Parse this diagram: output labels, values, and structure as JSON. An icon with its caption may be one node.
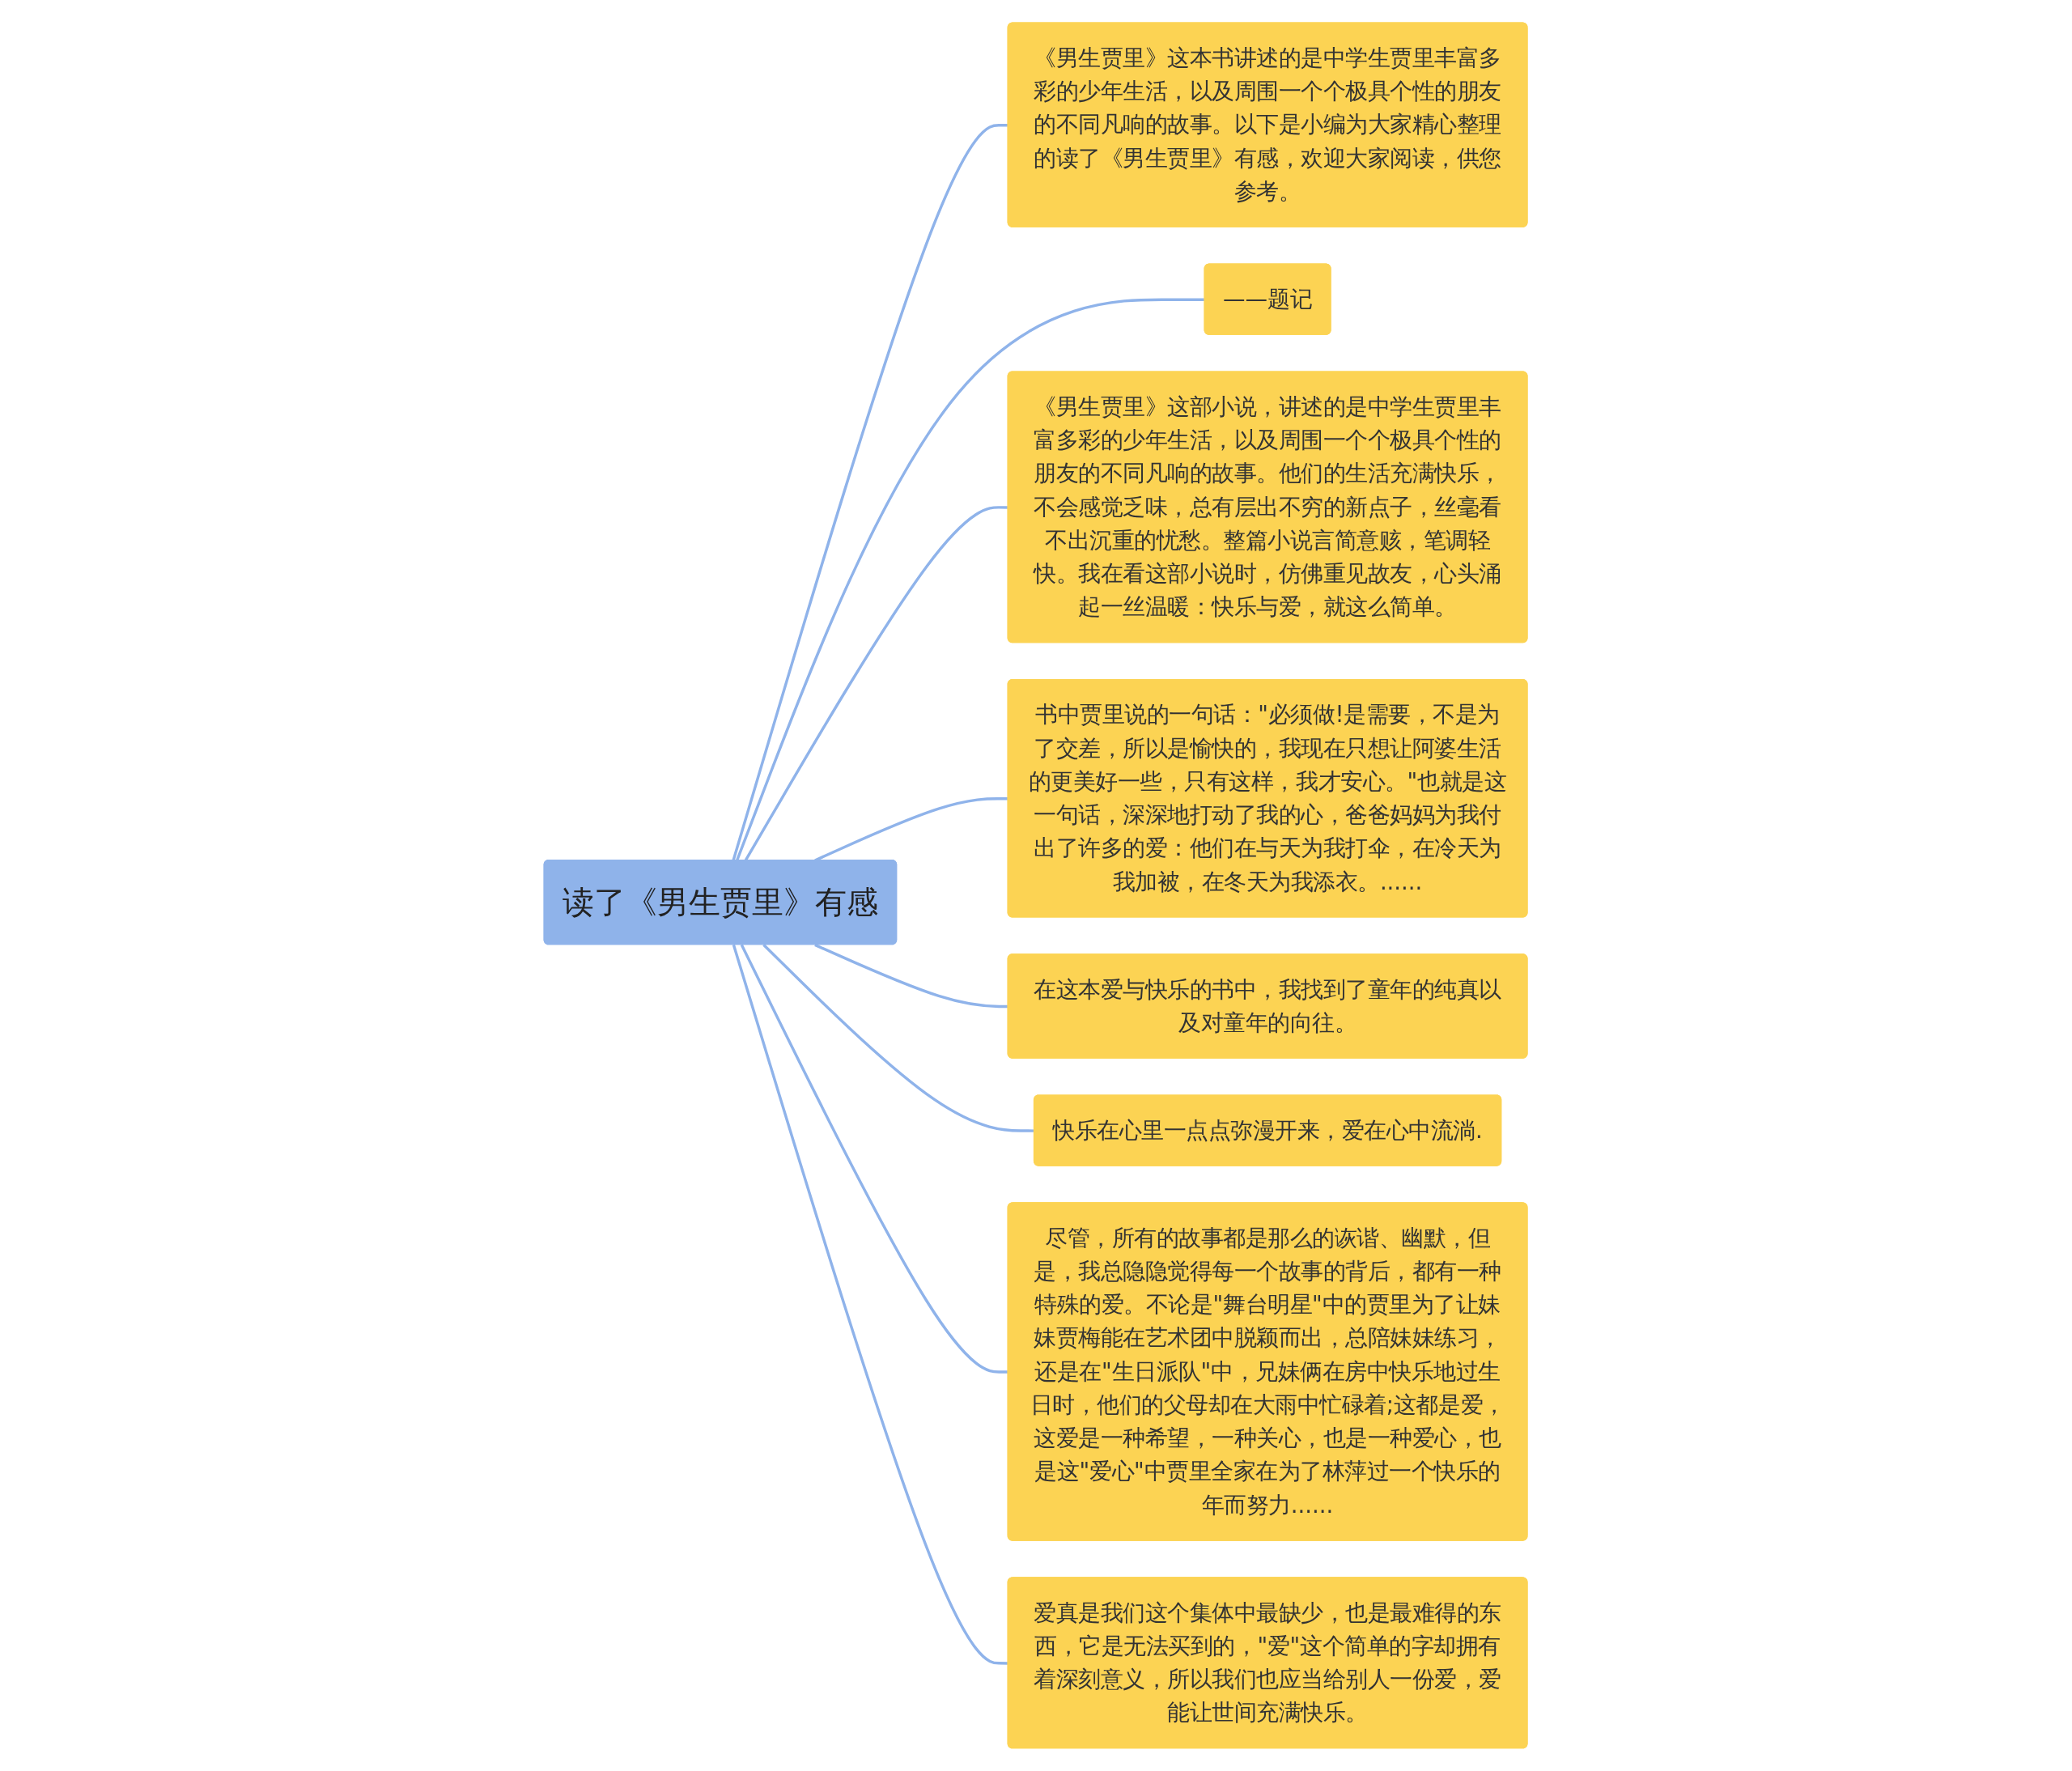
{
  "diagram": {
    "nodes": [
      {
        "text": [
          "读了《男生贾里》有感"
        ]
      },
      {
        "text": [
          "《男生贾里》这本书讲述的是中学生贾里丰富多彩的少年生活，以及周围一个个极具个性的朋友的不同凡响的故事。以下是小编为大家精心整理的读了《男生贾里》有感，欢迎大家阅读，供您参考。"
        ]
      },
      {
        "text": [
          "——题记"
        ]
      },
      {
        "text": [
          "《男生贾里》这部小说，讲述的是中学生贾里丰富多彩的少年生活，以及周围一个个极具个性的朋友的不同凡响的故事。他们的生活充满快乐，不会感觉乏味，总有层出不穷的新点子，丝毫看不出沉重的忧愁。整篇小说言简意赅，笔调轻快。我在看这部小说时，仿佛重见故友，心头涌起一丝温暖：快乐与爱，就这么简单。"
        ]
      },
      {
        "text": [
          "书中贾里说的一句话：\"必须做!是需要，不是为了交差，所以是愉快的，我现在只想让阿婆生活的更美好一些，只有这样，我才安心。\"也就是这一句话，深深地打动了我的心，爸爸妈妈为我付出了许多的爱：他们在与天为我打伞，在冷天为我加被，在冬天为我添衣。......"
        ]
      },
      {
        "text": [
          "在这本爱与快乐的书中，我找到了童年的纯真以及对童年的向往。"
        ]
      },
      {
        "text": [
          "快乐在心里一点点弥漫开来，爱在心中流淌."
        ]
      },
      {
        "text": [
          "尽管，所有的故事都是那么的诙谐、幽默，但是，我总隐隐觉得每一个故事的背后，都有一种特殊的爱。不论是\"舞台明星\"中的贾里为了让妹妹贾梅能在艺术团中脱颖而出，总陪妹妹练习，还是在\"生日派队\"中，兄妹俩在房中快乐地过生日时，他们的父母却在大雨中忙碌着;这都是爱，这爱是一种希望，一种关心，也是一种爱心，也是这\"爱心\"中贾里全家在为了林萍过一个快乐的年而努力......"
        ]
      },
      {
        "text": [
          "爱真是我们这个集体中最缺少，也是最难得的东西，它是无法买到的，\"爱\"这个简单的字却拥有着深刻意义，所以我们也应当给别人一份爱，爱能让世间充满快乐。"
        ]
      }
    ],
    "edges": [
      {
        "from": 0,
        "to": 1,
        "arrow": "none"
      },
      {
        "from": 0,
        "to": 2,
        "arrow": "none"
      },
      {
        "from": 0,
        "to": 3,
        "arrow": "none"
      },
      {
        "from": 0,
        "to": 4,
        "arrow": "none"
      },
      {
        "from": 0,
        "to": 5,
        "arrow": "none"
      },
      {
        "from": 0,
        "to": 6,
        "arrow": "none"
      },
      {
        "from": 0,
        "to": 7,
        "arrow": "none"
      },
      {
        "from": 0,
        "to": 8,
        "arrow": "none"
      }
    ]
  }
}
